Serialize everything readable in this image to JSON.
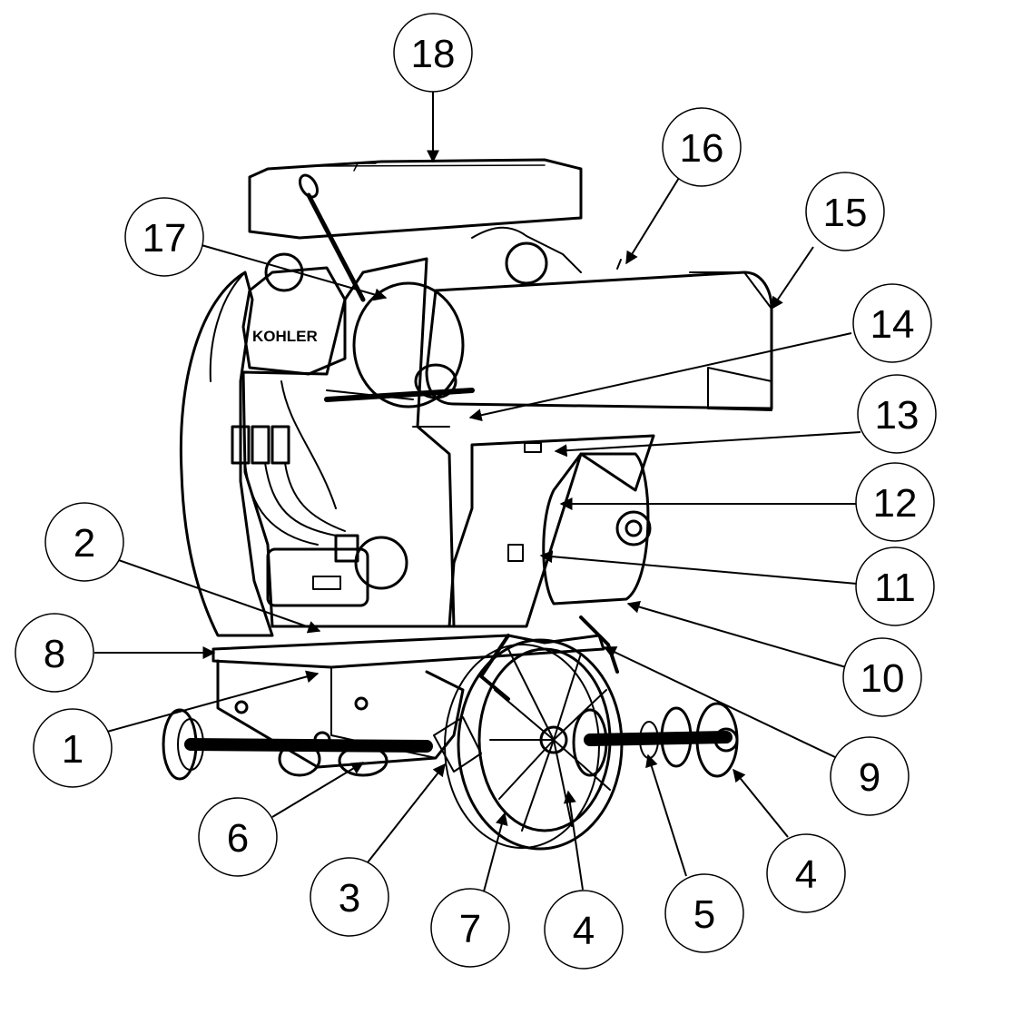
{
  "diagram": {
    "brand_label": "KOHLER",
    "callouts": [
      {
        "id": "c1",
        "label": "1"
      },
      {
        "id": "c2",
        "label": "2"
      },
      {
        "id": "c3",
        "label": "3"
      },
      {
        "id": "c4a",
        "label": "4"
      },
      {
        "id": "c4b",
        "label": "4"
      },
      {
        "id": "c5",
        "label": "5"
      },
      {
        "id": "c6",
        "label": "6"
      },
      {
        "id": "c7",
        "label": "7"
      },
      {
        "id": "c8",
        "label": "8"
      },
      {
        "id": "c9",
        "label": "9"
      },
      {
        "id": "c10",
        "label": "10"
      },
      {
        "id": "c11",
        "label": "11"
      },
      {
        "id": "c12",
        "label": "12"
      },
      {
        "id": "c13",
        "label": "13"
      },
      {
        "id": "c14",
        "label": "14"
      },
      {
        "id": "c15",
        "label": "15"
      },
      {
        "id": "c16",
        "label": "16"
      },
      {
        "id": "c17",
        "label": "17"
      },
      {
        "id": "c18",
        "label": "18"
      }
    ]
  }
}
